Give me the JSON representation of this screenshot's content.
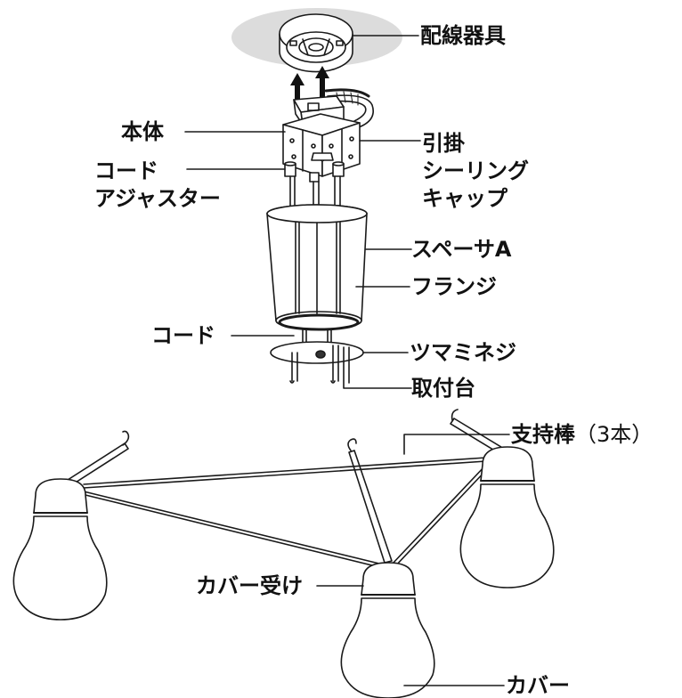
{
  "labels": {
    "wiring_fixture": "配線器具",
    "body": "本体",
    "hook_cap_lines": [
      "引掛",
      "シーリング",
      "キャップ"
    ],
    "cord_adjuster_lines": [
      "コード",
      "アジャスター"
    ],
    "spacer_a": "スペーサA",
    "flange": "フランジ",
    "cord": "コード",
    "knob_screw": "ツマミネジ",
    "mount_base": "取付台",
    "support_rod": "支持棒",
    "support_rod_count": "（3本）",
    "cover_receiver": "カバー受け",
    "cover": "カバー"
  },
  "colors": {
    "line": "#1a1a1a",
    "ceiling_ellipse": "#dcdcdc",
    "fill": "#ffffff",
    "grommet": "#333333"
  }
}
